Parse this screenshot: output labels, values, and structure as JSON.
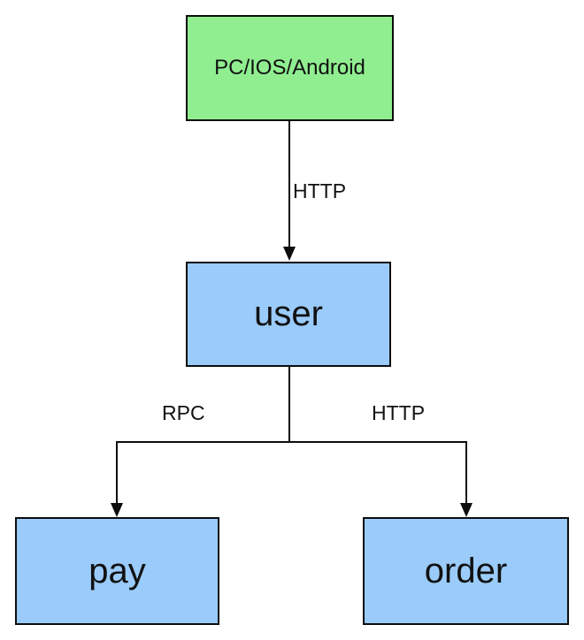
{
  "diagram": {
    "nodes": [
      {
        "label": "PC/IOS/Android",
        "fill": "#90EE90"
      },
      {
        "label": "user",
        "fill": "#9ACBFA"
      },
      {
        "label": "pay",
        "fill": "#9ACBFA"
      },
      {
        "label": "order",
        "fill": "#9ACBFA"
      }
    ],
    "edges": [
      {
        "from": "PC/IOS/Android",
        "to": "user",
        "label": "HTTP"
      },
      {
        "from": "user",
        "to": "pay",
        "label": "RPC"
      },
      {
        "from": "user",
        "to": "order",
        "label": "HTTP"
      }
    ],
    "colors": {
      "background": "#ffffff",
      "line": "#0d0d0d",
      "text": "#111111"
    }
  }
}
